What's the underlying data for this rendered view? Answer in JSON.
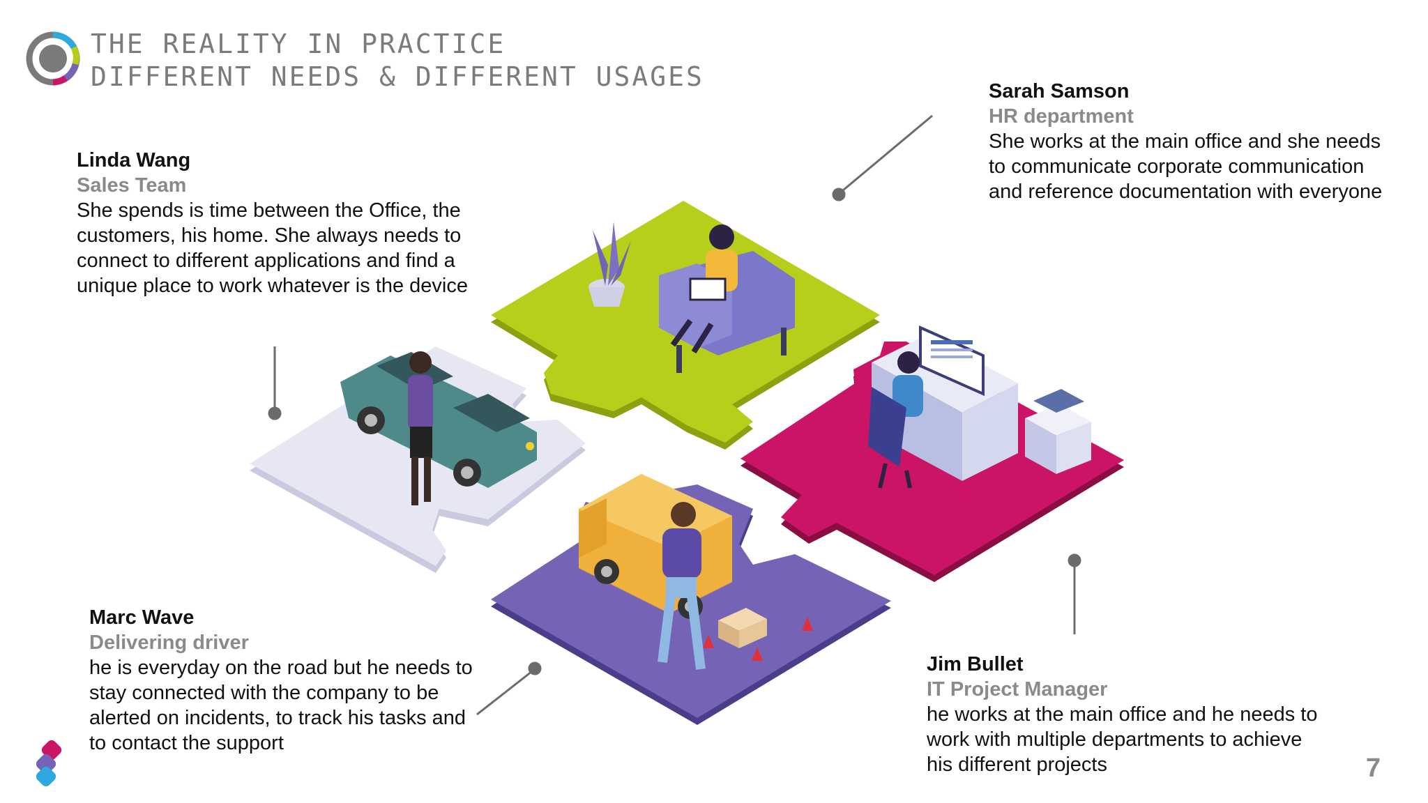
{
  "header": {
    "title_line1": "THE REALITY IN PRACTICE",
    "title_line2": "DIFFERENT NEEDS & DIFFERENT USAGES"
  },
  "personas": {
    "linda": {
      "name": "Linda Wang",
      "role": "Sales Team",
      "description": "She spends is time between the Office, the customers, his home. She always needs to connect to different applications and find a unique place to work whatever is the device"
    },
    "sarah": {
      "name": "Sarah Samson",
      "role": "HR department",
      "description": "She works at the main office and she needs to communicate corporate communication and reference documentation with everyone"
    },
    "marc": {
      "name": "Marc Wave",
      "role": "Delivering driver",
      "description": "he is everyday on the road but he needs to stay connected with the company to be alerted on incidents, to track his tasks and to contact the support"
    },
    "jim": {
      "name": "Jim Bullet",
      "role": "IT Project Manager",
      "description": "he works at the main office and he needs to work with multiple departments to achieve his different projects"
    }
  },
  "footer": {
    "page_number": "7"
  },
  "colors": {
    "title_gray": "#7b7b7b",
    "role_gray": "#8a8a8a",
    "piece_green": "#b5cc18",
    "piece_magenta": "#cc1466",
    "piece_purple": "#7563b5",
    "piece_lavender": "#e4e4f3",
    "connector_gray": "#6b6b6b"
  },
  "icons": [
    "circular-logo-icon",
    "brand-s-icon",
    "potted-plant-icon",
    "car-icon",
    "van-icon",
    "computer-desk-icon",
    "printer-icon"
  ]
}
